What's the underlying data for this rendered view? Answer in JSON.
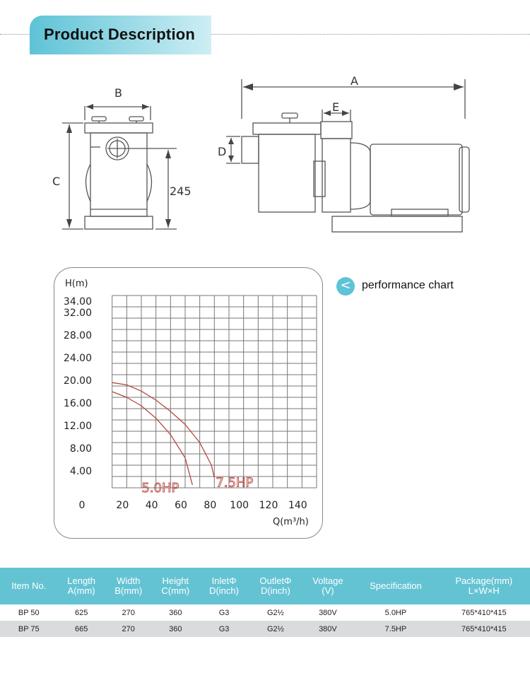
{
  "header": {
    "title": "Product Description"
  },
  "drawing": {
    "labels": {
      "a": "A",
      "b": "B",
      "c": "C",
      "d": "D",
      "e": "E",
      "h245": "245"
    }
  },
  "performance": {
    "label": "performance chart",
    "icon": "chevron-left-icon",
    "icon_glyph": "<"
  },
  "chart_data": {
    "type": "line",
    "ylabel": "H(m)",
    "xlabel": "Q(m³/h)",
    "xlim": [
      0,
      150
    ],
    "ylim": [
      0,
      36
    ],
    "x_ticks": [
      "0",
      "20",
      "40",
      "60",
      "80",
      "100",
      "120",
      "140"
    ],
    "y_ticks": [
      "34.00",
      "32.00",
      "28.00",
      "24.00",
      "20.00",
      "16.00",
      "12.00",
      "8.00",
      "4.00"
    ],
    "grid": true,
    "series": [
      {
        "name": "5.0HP",
        "x": [
          10,
          20,
          30,
          40,
          50,
          60,
          65
        ],
        "y": [
          18.0,
          17.0,
          15.5,
          13.3,
          10.4,
          6.3,
          1.5
        ]
      },
      {
        "name": "7.5HP",
        "x": [
          10,
          20,
          30,
          40,
          50,
          60,
          70,
          78,
          80
        ],
        "y": [
          19.6,
          19.2,
          18.1,
          16.5,
          14.5,
          12.2,
          9.0,
          5.0,
          2.8
        ]
      }
    ],
    "color": "#b5463e"
  },
  "table": {
    "headers": [
      {
        "l1": "Item No.",
        "l2": ""
      },
      {
        "l1": "Length",
        "l2": "A(mm)"
      },
      {
        "l1": "Width",
        "l2": "B(mm)"
      },
      {
        "l1": "Height",
        "l2": "C(mm)"
      },
      {
        "l1": "InletΦ",
        "l2": "D(inch)"
      },
      {
        "l1": "OutletΦ",
        "l2": "D(inch)"
      },
      {
        "l1": "Voltage",
        "l2": "(V)"
      },
      {
        "l1": "Specification",
        "l2": ""
      },
      {
        "l1": "Package(mm)",
        "l2": "L×W×H"
      }
    ],
    "rows": [
      [
        "BP 50",
        "625",
        "270",
        "360",
        "G3",
        "G2½",
        "380V",
        "5.0HP",
        "765*410*415"
      ],
      [
        "BP 75",
        "665",
        "270",
        "360",
        "G3",
        "G2½",
        "380V",
        "7.5HP",
        "765*410*415"
      ]
    ],
    "header_color": "#64c3d3",
    "alt_row_color": "#d8dcdd"
  }
}
